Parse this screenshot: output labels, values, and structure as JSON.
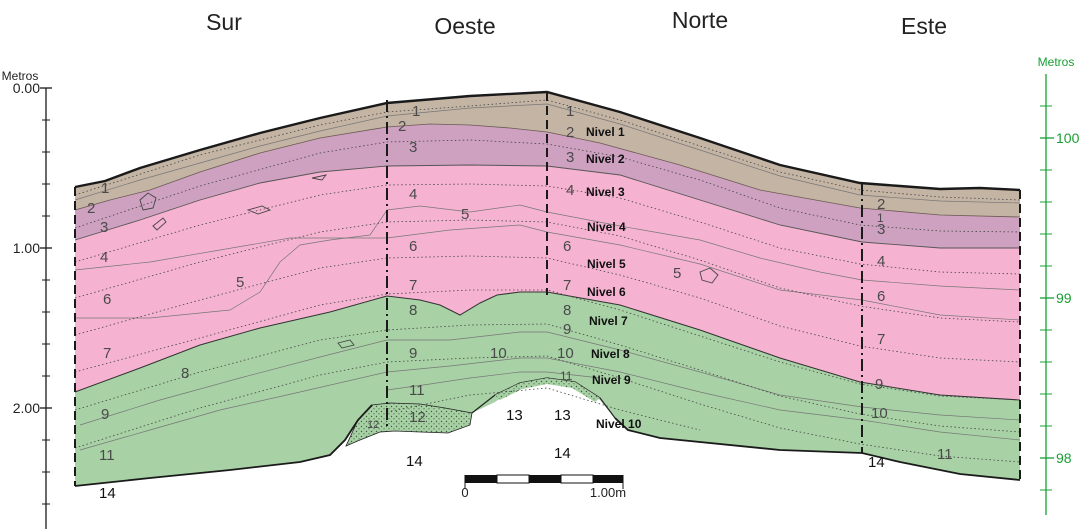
{
  "headers": {
    "sur": "Sur",
    "oeste": "Oeste",
    "norte": "Norte",
    "este": "Este"
  },
  "left_axis": {
    "label": "Metros",
    "ticks": [
      "0.00",
      "1.00",
      "2.00"
    ]
  },
  "right_axis": {
    "label": "Metros",
    "ticks": [
      "100",
      "99",
      "98"
    ],
    "color": "#18a034"
  },
  "levels": [
    "Nivel 1",
    "Nivel 2",
    "Nivel 3",
    "Nivel 4",
    "Nivel 5",
    "Nivel 6",
    "Nivel 7",
    "Nivel 8",
    "Nivel 9",
    "Nivel 10"
  ],
  "units": {
    "sur": [
      "1",
      "2",
      "3",
      "4",
      "5",
      "6",
      "7",
      "8",
      "9",
      "11",
      "14"
    ],
    "oeste": [
      "1",
      "2",
      "3",
      "4",
      "5",
      "6",
      "7",
      "8",
      "9",
      "10",
      "11",
      "12",
      "12",
      "13",
      "14"
    ],
    "norte": [
      "1",
      "2",
      "3",
      "4",
      "5",
      "6",
      "7",
      "8",
      "9",
      "10",
      "11",
      "13",
      "14"
    ],
    "este": [
      "1",
      "2",
      "3",
      "4",
      "6",
      "7",
      "9",
      "10",
      "11",
      "14"
    ]
  },
  "scale": {
    "start": "0",
    "end": "1.00m"
  },
  "colors": {
    "topsoil": "#c4b4a4",
    "mauve": "#cda1bf",
    "pink": "#f6b3d1",
    "green": "#a8d1a5"
  }
}
